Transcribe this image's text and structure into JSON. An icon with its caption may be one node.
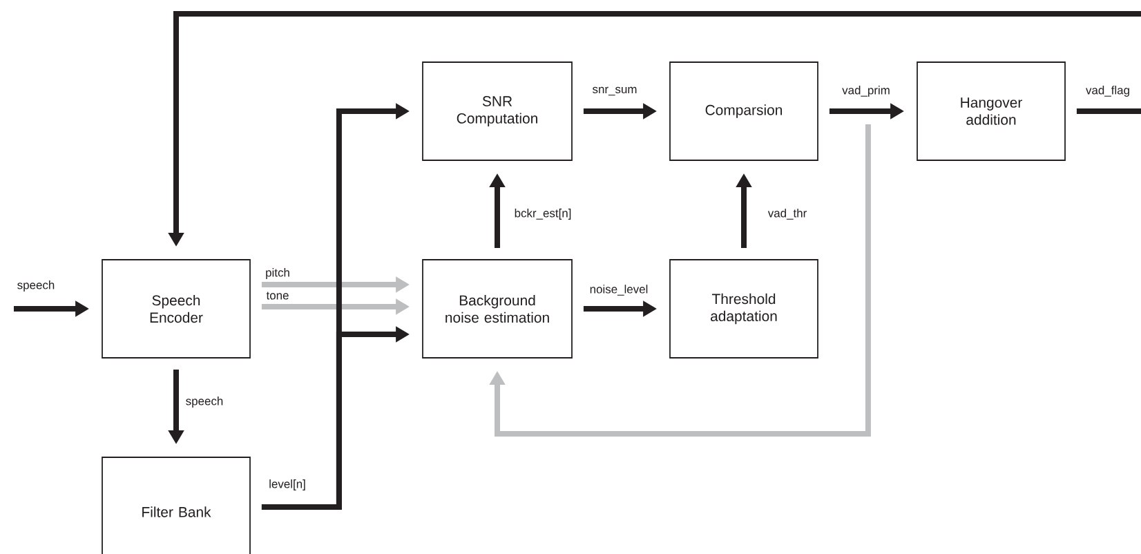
{
  "diagram": {
    "nodes": [
      {
        "text": [
          "Speech Encoder"
        ]
      },
      {
        "text": [
          "Filter Bank"
        ]
      },
      {
        "text": [
          "SNR Computation"
        ]
      },
      {
        "text": [
          "Background noise estimation"
        ]
      },
      {
        "text": [
          "Comparsion"
        ]
      },
      {
        "text": [
          "Threshold adaptation"
        ]
      },
      {
        "text": [
          "Hangover addition"
        ]
      }
    ],
    "edges": [
      {
        "from": null,
        "to": 0,
        "arrow": "to",
        "label": "speech"
      },
      {
        "from": 0,
        "to": 1,
        "arrow": "to",
        "label": "speech"
      },
      {
        "from": 0,
        "to": 3,
        "arrow": "to",
        "label": "pitch",
        "color": "#bcbec0"
      },
      {
        "from": 0,
        "to": 3,
        "arrow": "to",
        "label": "tone",
        "color": "#bcbec0"
      },
      {
        "from": 1,
        "to": 2,
        "arrow": "to",
        "label": "level[n]"
      },
      {
        "from": 1,
        "to": 3,
        "arrow": "to"
      },
      {
        "from": 3,
        "to": 2,
        "arrow": "to",
        "label": "bckr_est[n]"
      },
      {
        "from": 2,
        "to": 4,
        "arrow": "to",
        "label": "snr_sum"
      },
      {
        "from": 3,
        "to": 5,
        "arrow": "to",
        "label": "noise_level"
      },
      {
        "from": 5,
        "to": 4,
        "arrow": "to",
        "label": "vad_thr"
      },
      {
        "from": 4,
        "to": 6,
        "arrow": "to",
        "label": "vad_prim"
      },
      {
        "from": 4,
        "to": 3,
        "arrow": "to",
        "color": "#bcbec0"
      },
      {
        "from": 6,
        "to": null,
        "arrow": "none",
        "label": "vad_flag"
      },
      {
        "from": null,
        "to": 0,
        "arrow": "to"
      }
    ]
  }
}
